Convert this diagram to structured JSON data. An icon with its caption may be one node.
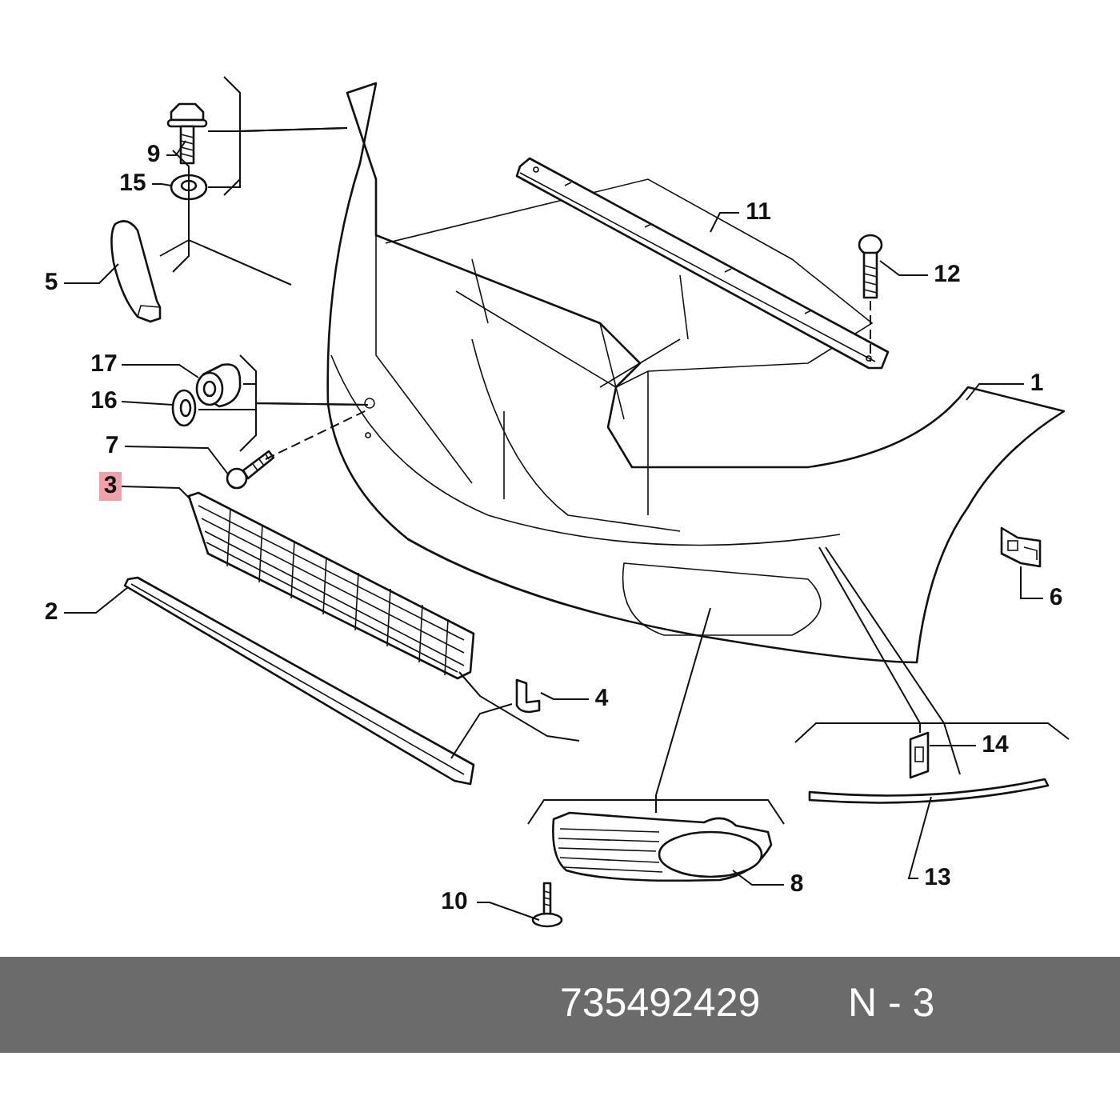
{
  "diagram": {
    "nodes": [
      {
        "text": [
          "9"
        ]
      },
      {
        "text": [],
        "shape": "picture"
      },
      {
        "text": [
          "15"
        ]
      },
      {
        "text": [],
        "shape": "picture"
      },
      {
        "text": [
          "5"
        ]
      },
      {
        "text": [],
        "shape": "picture"
      },
      {
        "text": [
          "17"
        ]
      },
      {
        "text": [],
        "shape": "picture"
      },
      {
        "text": [
          "16"
        ]
      },
      {
        "text": [],
        "shape": "picture"
      },
      {
        "text": [
          "7"
        ]
      },
      {
        "text": [],
        "shape": "picture"
      },
      {
        "text": [
          "3"
        ]
      },
      {
        "text": [],
        "shape": "picture"
      },
      {
        "text": [
          "2"
        ]
      },
      {
        "text": [],
        "shape": "picture"
      },
      {
        "text": [
          "11"
        ]
      },
      {
        "text": [],
        "shape": "picture"
      },
      {
        "text": [
          "12"
        ]
      },
      {
        "text": [],
        "shape": "picture"
      },
      {
        "text": [
          "1"
        ]
      },
      {
        "text": [],
        "shape": "picture"
      },
      {
        "text": [
          "6"
        ]
      },
      {
        "text": [],
        "shape": "picture"
      },
      {
        "text": [
          "4"
        ]
      },
      {
        "text": [],
        "shape": "picture"
      },
      {
        "text": [
          "14"
        ]
      },
      {
        "text": [],
        "shape": "picture"
      },
      {
        "text": [
          "13"
        ]
      },
      {
        "text": [],
        "shape": "picture"
      },
      {
        "text": [
          "8"
        ]
      },
      {
        "text": [],
        "shape": "picture"
      },
      {
        "text": [
          "10"
        ]
      },
      {
        "text": [],
        "shape": "picture"
      }
    ],
    "edges": [
      {
        "from": 0,
        "to": 1,
        "arrow": "none"
      },
      {
        "from": 2,
        "to": 3,
        "arrow": "none"
      },
      {
        "from": 4,
        "to": 5,
        "arrow": "none"
      },
      {
        "from": 6,
        "to": 7,
        "arrow": "none"
      },
      {
        "from": 8,
        "to": 9,
        "arrow": "none"
      },
      {
        "from": 10,
        "to": 11,
        "arrow": "none"
      },
      {
        "from": 12,
        "to": 13,
        "arrow": "none"
      },
      {
        "from": 14,
        "to": 15,
        "arrow": "none"
      },
      {
        "from": 16,
        "to": 17,
        "arrow": "none"
      },
      {
        "from": 18,
        "to": 19,
        "arrow": "none"
      },
      {
        "from": 20,
        "to": 21,
        "arrow": "none"
      },
      {
        "from": 22,
        "to": 23,
        "arrow": "none"
      },
      {
        "from": 24,
        "to": 25,
        "arrow": "none"
      },
      {
        "from": 26,
        "to": 27,
        "arrow": "none"
      },
      {
        "from": 28,
        "to": 29,
        "arrow": "none"
      },
      {
        "from": 30,
        "to": 31,
        "arrow": "none"
      },
      {
        "from": 32,
        "to": 33,
        "arrow": "none"
      },
      {
        "from": 1,
        "to": 21,
        "arrow": "none"
      },
      {
        "from": 3,
        "to": 21,
        "arrow": "none"
      },
      {
        "from": 5,
        "to": 21,
        "arrow": "none"
      },
      {
        "from": 7,
        "to": 21,
        "arrow": "none"
      },
      {
        "from": 9,
        "to": 21,
        "arrow": "none"
      },
      {
        "from": 11,
        "to": 21,
        "arrow": "none",
        "style": "dashed"
      },
      {
        "from": 25,
        "to": 15,
        "arrow": "none"
      },
      {
        "from": 31,
        "to": 21,
        "arrow": "none"
      },
      {
        "from": 27,
        "to": 21,
        "arrow": "none"
      },
      {
        "from": 29,
        "to": 21,
        "arrow": "none"
      },
      {
        "from": 19,
        "to": 17,
        "arrow": "none",
        "style": "dashed"
      }
    ],
    "labels": [
      "735492429",
      "N - 3"
    ]
  }
}
